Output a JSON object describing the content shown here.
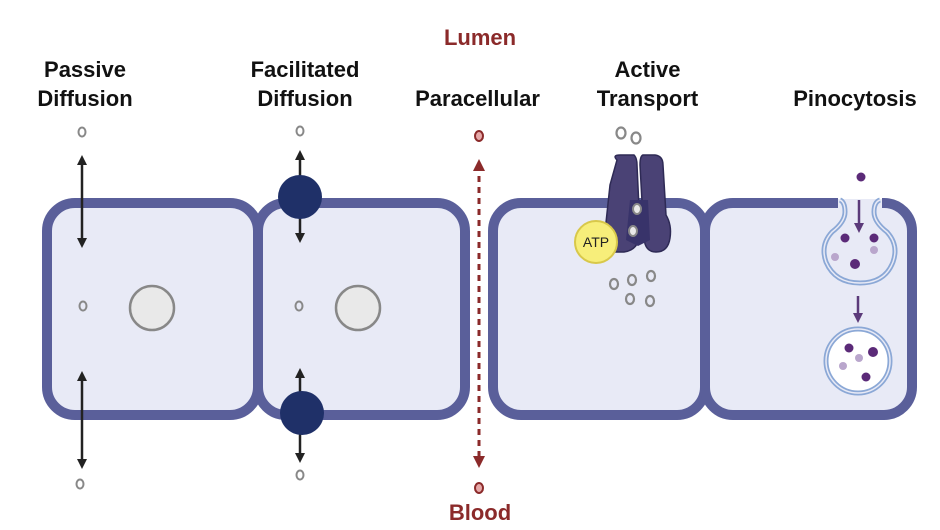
{
  "title": "Transport mechanisms across epithelial cells",
  "compartments": {
    "top": "Lumen",
    "bottom": "Blood"
  },
  "mechanisms": [
    {
      "id": "passive",
      "label": "Passive\nDiffusion"
    },
    {
      "id": "facilitated",
      "label": "Facilitated\nDiffusion"
    },
    {
      "id": "paracellular",
      "label": "Paracellular"
    },
    {
      "id": "active",
      "label": "Active\nTransport"
    },
    {
      "id": "pinocytosis",
      "label": "Pinocytosis"
    }
  ],
  "atp_label": "ATP",
  "colors": {
    "membrane": "#5a5f9a",
    "cytoplasm": "#e8eaf6",
    "compartment_label": "#8b2a2a",
    "carrier_protein": "#1f3068",
    "pump": "#4a4275",
    "pump_dark": "#38336a",
    "atp": "#f7ee7a",
    "atp_stroke": "#d8c84a",
    "vesicle": "#8ba8d6",
    "cargo_dark": "#5b2a78",
    "cargo_light": "#b9a6cc",
    "molecule": "#888888",
    "nucleus_fill": "#e9e9e9",
    "arrow": "#222222"
  }
}
